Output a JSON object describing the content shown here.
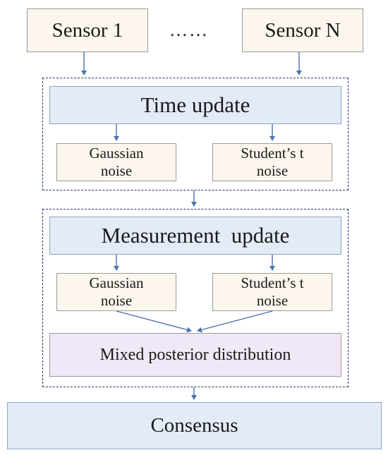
{
  "sensors": {
    "first": "Sensor 1",
    "ellipsis": "……",
    "last": "Sensor N"
  },
  "time_update": {
    "title": "Time update",
    "gaussian": [
      "Gaussian",
      "noise"
    ],
    "student": [
      "Student’s t",
      "noise"
    ]
  },
  "measurement_update": {
    "title": "Measurement  update",
    "gaussian": [
      "Gaussian",
      "noise"
    ],
    "student": [
      "Student’s t",
      "noise"
    ],
    "mixed": "Mixed posterior distribution"
  },
  "consensus": "Consensus",
  "colors": {
    "arrow": "#4a72b0",
    "dashed_border": "#1f3a63",
    "stage_fill": "#e3ebf7",
    "noise_fill": "#fdf6ee",
    "mixed_fill": "#f0e8f6"
  }
}
